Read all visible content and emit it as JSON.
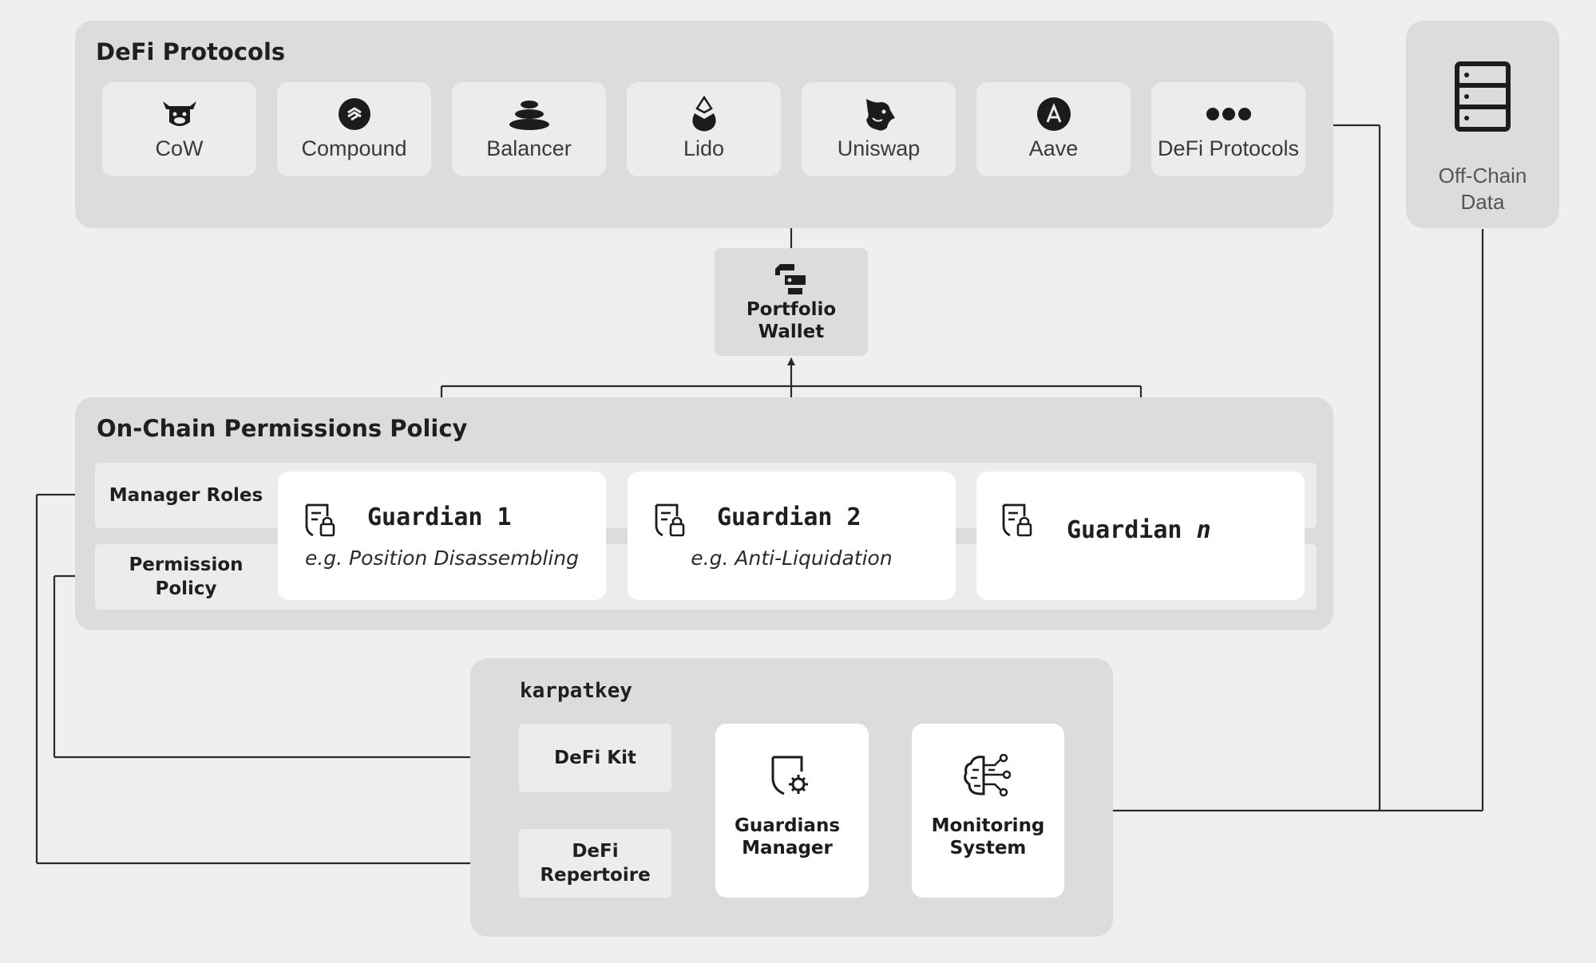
{
  "defi_protocols": {
    "title": "DeFi Protocols",
    "items": [
      {
        "label": "CoW",
        "icon": "cow-icon"
      },
      {
        "label": "Compound",
        "icon": "compound-icon"
      },
      {
        "label": "Balancer",
        "icon": "balancer-icon"
      },
      {
        "label": "Lido",
        "icon": "lido-icon"
      },
      {
        "label": "Uniswap",
        "icon": "uniswap-icon"
      },
      {
        "label": "Aave",
        "icon": "aave-icon"
      },
      {
        "label": "DeFi Protocols",
        "icon": "more-dots-icon"
      }
    ]
  },
  "off_chain": {
    "label_line1": "Off-Chain",
    "label_line2": "Data",
    "icon": "server-icon"
  },
  "portfolio_wallet": {
    "line1": "Portfolio",
    "line2": "Wallet",
    "icon": "wallet-icon"
  },
  "permissions": {
    "title": "On-Chain Permissions Policy",
    "manager_roles": "Manager Roles",
    "permission_line1": "Permission",
    "permission_line2": "Policy",
    "guardians": [
      {
        "name": "Guardian 1",
        "example": "e.g. Position Disassembling"
      },
      {
        "name": "Guardian 2",
        "example": "e.g. Anti-Liquidation"
      },
      {
        "name": "Guardian",
        "name_suffix": "n",
        "example": ""
      }
    ]
  },
  "karpatkey": {
    "title": "karpatkey",
    "defi_kit": "DeFi Kit",
    "repertoire_line1": "DeFi",
    "repertoire_line2": "Repertoire",
    "guardians_manager_line1": "Guardians",
    "guardians_manager_line2": "Manager",
    "monitoring_line1": "Monitoring",
    "monitoring_line2": "System"
  },
  "colors": {
    "background": "#efefef",
    "panel": "#dcdcdc",
    "card": "#ececec",
    "line": "#2b2b2b"
  }
}
